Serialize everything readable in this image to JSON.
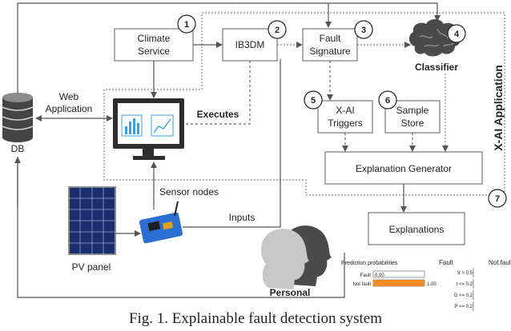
{
  "nodes": {
    "climate": {
      "line1": "Climate",
      "line2": "Service",
      "num": "1"
    },
    "ib3dm": {
      "label": "IB3DM",
      "num": "2"
    },
    "fault_signature": {
      "line1": "Fault",
      "line2": "Signature",
      "num": "3"
    },
    "classifier": {
      "label": "Classifier",
      "num": "4"
    },
    "xai_triggers": {
      "line1": "X-AI",
      "line2": "Triggers",
      "num": "5"
    },
    "sample_store": {
      "line1": "Sample",
      "line2": "Store",
      "num": "6"
    },
    "explanation_generator": {
      "label": "Explanation Generator"
    },
    "explanations": {
      "label": "Explanations"
    },
    "xai_application": {
      "label": "X-AI Application",
      "num": "7"
    },
    "db": {
      "label": "DB"
    },
    "web_application": {
      "line1": "Web",
      "line2": "Application"
    },
    "executes": {
      "label": "Executes"
    },
    "sensor_nodes": {
      "label": "Sensor nodes"
    },
    "inputs": {
      "label": "Inputs"
    },
    "pv_panel": {
      "label": "PV panel"
    },
    "personal": {
      "label": "Personal"
    }
  },
  "prediction": {
    "title": "Prediction probabilities",
    "rows": [
      {
        "label": "Fault",
        "value": "0.00",
        "fraction": 0.0
      },
      {
        "label": "Not fault",
        "value": "1.00",
        "fraction": 1.0
      }
    ],
    "fault_header": "Fault",
    "not_fault_header": "Not fault",
    "conditions": [
      "V > 0.5",
      "I <= 0.2",
      "G <= 0.2",
      "P <= 0.2"
    ],
    "colors": {
      "fault": "#2a62b8",
      "not_fault": "#f08a24"
    }
  },
  "caption": "Fig. 1. Explainable fault detection system"
}
